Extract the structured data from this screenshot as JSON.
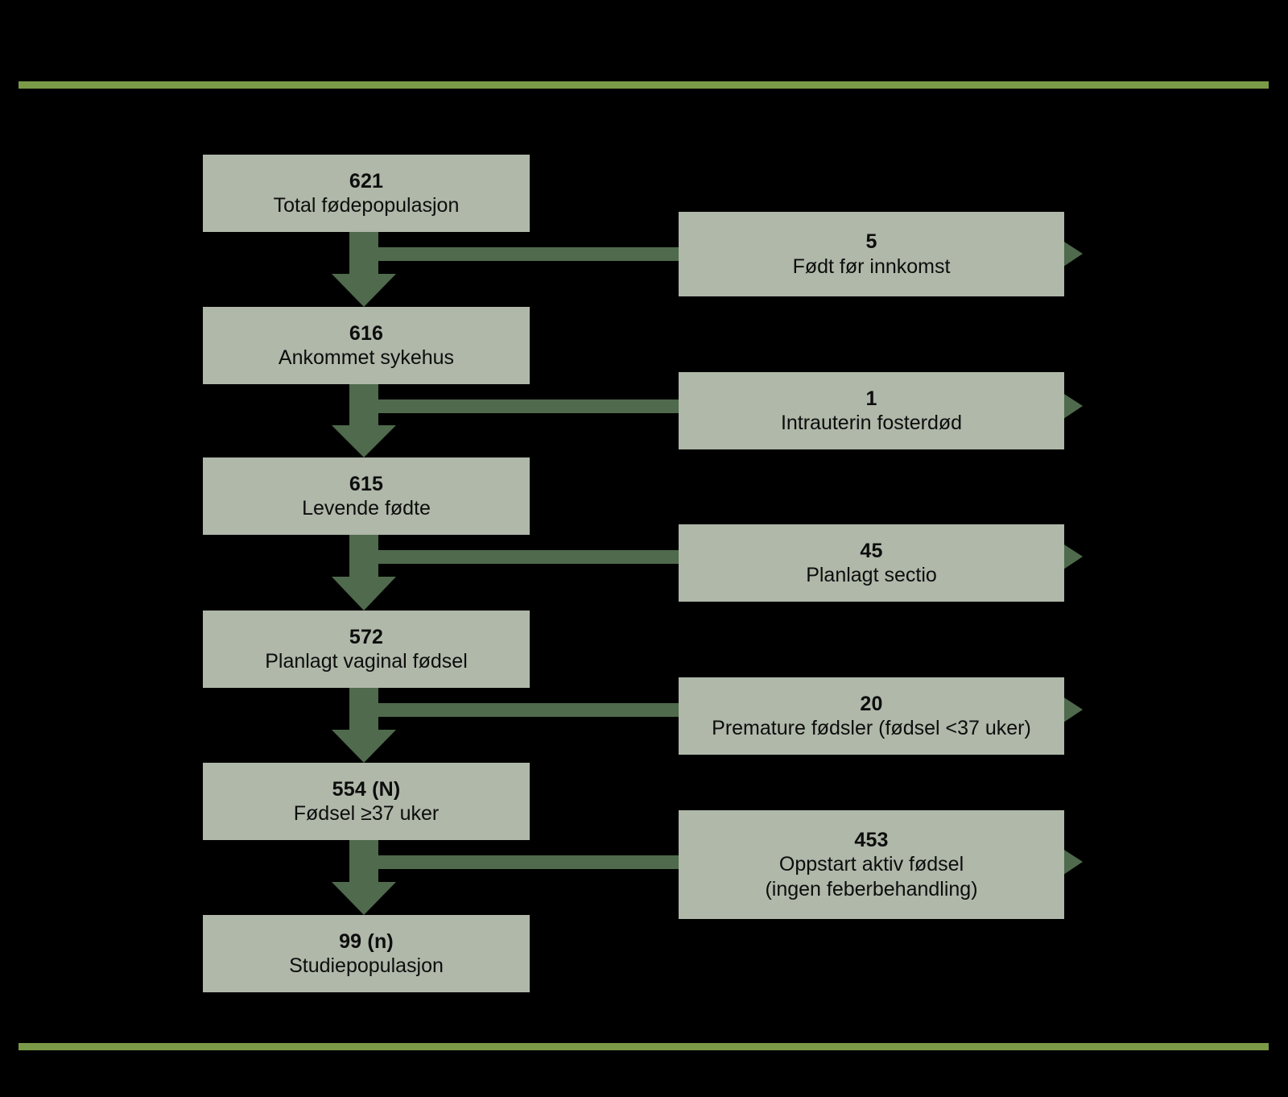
{
  "figure": {
    "type": "flowchart",
    "orientation": "vertical-with-side-exclusions",
    "language": "Norwegian",
    "colors": {
      "background": "#000000",
      "box_fill": "#AFB8A9",
      "arrow": "#4F6A4C",
      "rule": "#7A9A48",
      "text": "#0D0D0D"
    }
  },
  "rules": {
    "top_label": "top-horizontal-rule",
    "bottom_label": "bottom-horizontal-rule"
  },
  "main_flow": [
    {
      "id": "total",
      "number": "621",
      "caption": "Total fødepopulasjon"
    },
    {
      "id": "arrived",
      "number": "616",
      "caption": "Ankommet sykehus"
    },
    {
      "id": "liveborn",
      "number": "615",
      "caption": "Levende fødte"
    },
    {
      "id": "vaginal",
      "number": "572",
      "caption": "Planlagt vaginal fødsel"
    },
    {
      "id": "term",
      "number": "554 (N)",
      "caption": "Fødsel ≥37 uker"
    },
    {
      "id": "study",
      "number": "99 (n)",
      "caption": "Studiepopulasjon"
    }
  ],
  "exclusions": [
    {
      "id": "before-admission",
      "number": "5",
      "caption": "Født før innkomst",
      "caption2": ""
    },
    {
      "id": "stillbirth",
      "number": "1",
      "caption": "Intrauterin fosterdød",
      "caption2": ""
    },
    {
      "id": "planned-sectio",
      "number": "45",
      "caption": "Planlagt sectio",
      "caption2": ""
    },
    {
      "id": "preterm",
      "number": "20",
      "caption": "Premature fødsler (fødsel <37 uker)",
      "caption2": ""
    },
    {
      "id": "active-labour",
      "number": "453",
      "caption": "Oppstart aktiv fødsel",
      "caption2": "(ingen feberbehandling)"
    }
  ]
}
